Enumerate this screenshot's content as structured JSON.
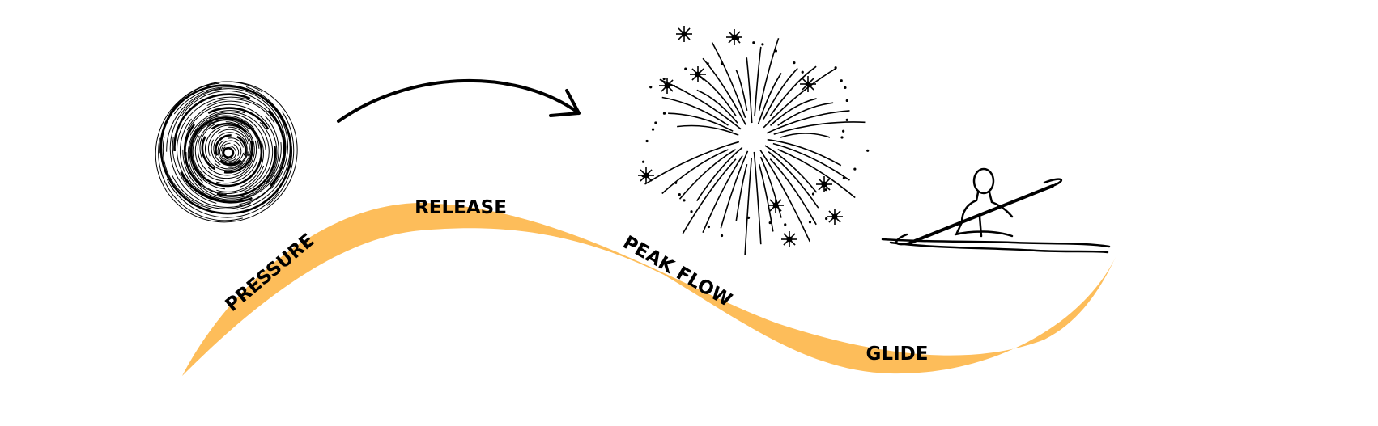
{
  "stages": [
    {
      "label": "PRESSURE",
      "icon": "spiral-icon"
    },
    {
      "label": "RELEASE",
      "icon": "arrow-icon"
    },
    {
      "label": "PEAK FLOW",
      "icon": "fireworks-icon"
    },
    {
      "label": "GLIDE",
      "icon": "kayaker-icon"
    }
  ],
  "colors": {
    "wave": "#FDBD5A",
    "ink": "#000000"
  }
}
